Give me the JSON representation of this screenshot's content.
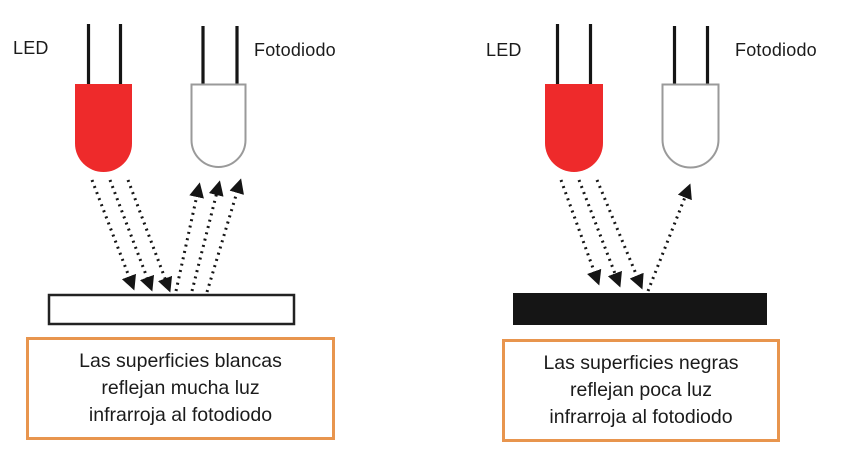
{
  "colors": {
    "ink": "#151515",
    "led_red": "#ee2a2b",
    "pd_outline": "#9a9a9a",
    "caption_border": "#e8954e",
    "text": "#1b1b1b"
  },
  "panels": [
    {
      "led_label": "LED",
      "photodiode_label": "Fotodiodo",
      "surface": "white",
      "caption_lines": [
        "Las superficies blancas",
        "reflejan mucha luz",
        "infrarroja al fotodiodo"
      ]
    },
    {
      "led_label": "LED",
      "photodiode_label": "Fotodiodo",
      "surface": "black",
      "caption_lines": [
        "Las superficies negras",
        "reflejan poca luz",
        "infrarroja al fotodiodo"
      ]
    }
  ]
}
